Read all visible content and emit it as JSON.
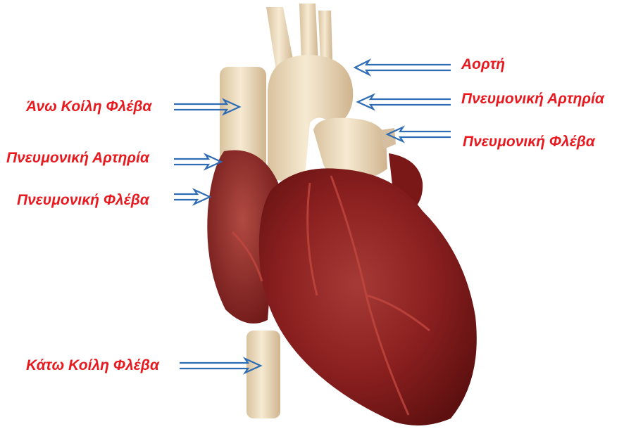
{
  "colors": {
    "label": "#e8191f",
    "arrow": "#2e6db5",
    "heart": "#8c1e1e",
    "vessel": "#f2e0c2"
  },
  "labels": {
    "aorta": "Αορτή",
    "pulmonary_artery_right": "Πνευμονική Αρτηρία",
    "pulmonary_vein_right": "Πνευμονική Φλέβα",
    "superior_vena_cava": "Άνω Κοίλη Φλέβα",
    "pulmonary_artery_left": "Πνευμονική Αρτηρία",
    "pulmonary_vein_left": "Πνευμονική Φλέβα",
    "inferior_vena_cava": "Κάτω Κοίλη Φλέβα"
  }
}
